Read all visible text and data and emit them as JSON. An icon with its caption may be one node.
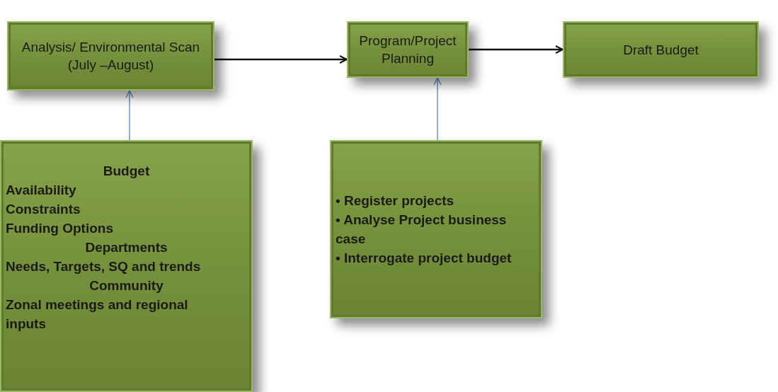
{
  "diagram": {
    "nodes": [
      {
        "text": [
          "Analysis/ Environmental Scan (July –August)"
        ]
      },
      {
        "text": [
          "Program/Project Planning"
        ]
      },
      {
        "text": [
          "Draft Budget"
        ]
      },
      {
        "text": [
          "Budget",
          "Availability",
          "Constraints",
          "Funding Options",
          "Departments",
          "Needs, Targets, SQ and trends",
          "Community",
          "Zonal meetings and regional inputs"
        ]
      },
      {
        "text": [
          "• Register projects",
          "• Analyse Project business case",
          "• Interrogate project budget"
        ]
      }
    ],
    "edges": [
      {
        "from": 0,
        "to": 1,
        "arrow": "to"
      },
      {
        "from": 1,
        "to": 2,
        "arrow": "to"
      },
      {
        "from": 3,
        "to": 0,
        "arrow": "to",
        "color": "#6f95c8"
      },
      {
        "from": 4,
        "to": 1,
        "arrow": "to",
        "color": "#6f95c8"
      }
    ]
  }
}
